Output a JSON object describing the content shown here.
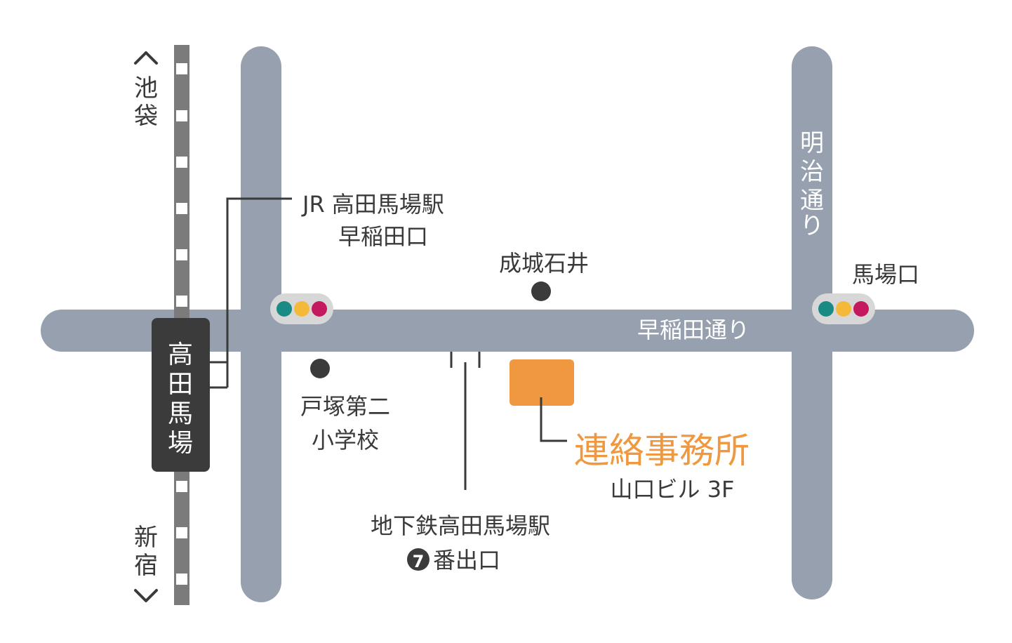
{
  "colors": {
    "road": "#97a0ae",
    "rail": "#7b7b7b",
    "rail_tick": "#ffffff",
    "station_box": "#3b3b3b",
    "leader": "#3a3a3a",
    "text": "#3a3a3a",
    "accent": "#f0983f",
    "signal_bg": "#d7d7d7",
    "signal_green": "#1a8a84",
    "signal_yellow": "#f5b93a",
    "signal_red": "#c4195e"
  },
  "direction": {
    "north_chars": [
      "池",
      "袋"
    ],
    "south_chars": [
      "新",
      "宿"
    ]
  },
  "station_box_chars": [
    "高",
    "田",
    "馬",
    "場"
  ],
  "labels": {
    "jr_line1": "JR 高田馬場駅",
    "jr_line2": "早稲田口",
    "seijo": "成城石井",
    "totsuka_line1": "戸塚第二",
    "totsuka_line2": "小学校",
    "subway_line1": "地下鉄高田馬場駅",
    "subway_exit_number": "7",
    "subway_line2": "番出口",
    "destination": "連絡事務所",
    "destination_building": "山口ビル 3F",
    "babaguchi": "馬場口"
  },
  "roads": {
    "waseda_dori": "早稲田通り",
    "meiji_dori_chars": [
      "明",
      "治",
      "通",
      "り"
    ]
  },
  "icons": {
    "north": "chevron-up-icon",
    "south": "chevron-down-icon",
    "landmark": "landmark-dot-icon",
    "traffic": "traffic-signal-icon",
    "exit": "exit-number-badge-icon"
  }
}
